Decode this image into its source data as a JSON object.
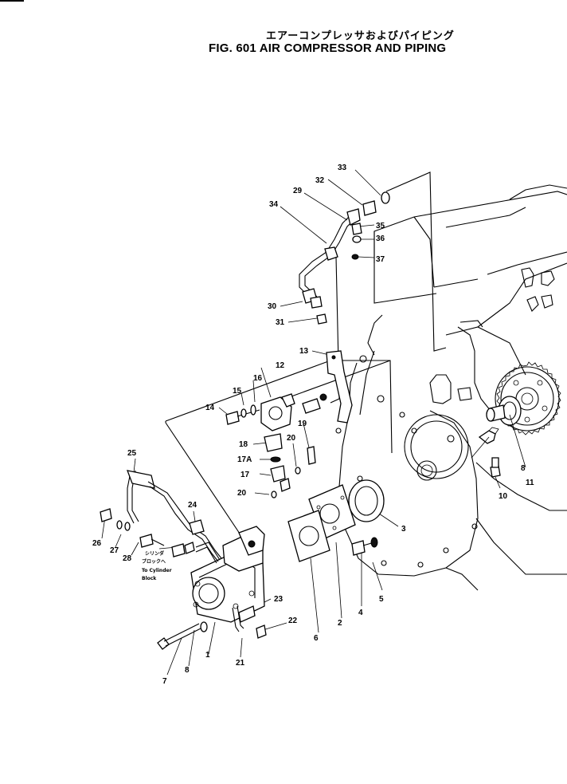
{
  "title_japanese": "エアーコンプレッサおよびパイピング",
  "title_english": "FIG. 601  AIR COMPRESSOR AND PIPING",
  "note_japanese_line1": "シリンダ",
  "note_japanese_line2": "ブロックへ",
  "note_english_line1": "To Cylinder",
  "note_english_line2": "Block",
  "part_labels": [
    "1",
    "2",
    "3",
    "4",
    "5",
    "6",
    "7",
    "8",
    "8",
    "10",
    "11",
    "12",
    "13",
    "14",
    "15",
    "16",
    "17",
    "17A",
    "18",
    "19",
    "20",
    "20",
    "21",
    "22",
    "23",
    "24",
    "25",
    "26",
    "27",
    "28",
    "29",
    "30",
    "31",
    "32",
    "33",
    "34",
    "35",
    "36",
    "37"
  ]
}
